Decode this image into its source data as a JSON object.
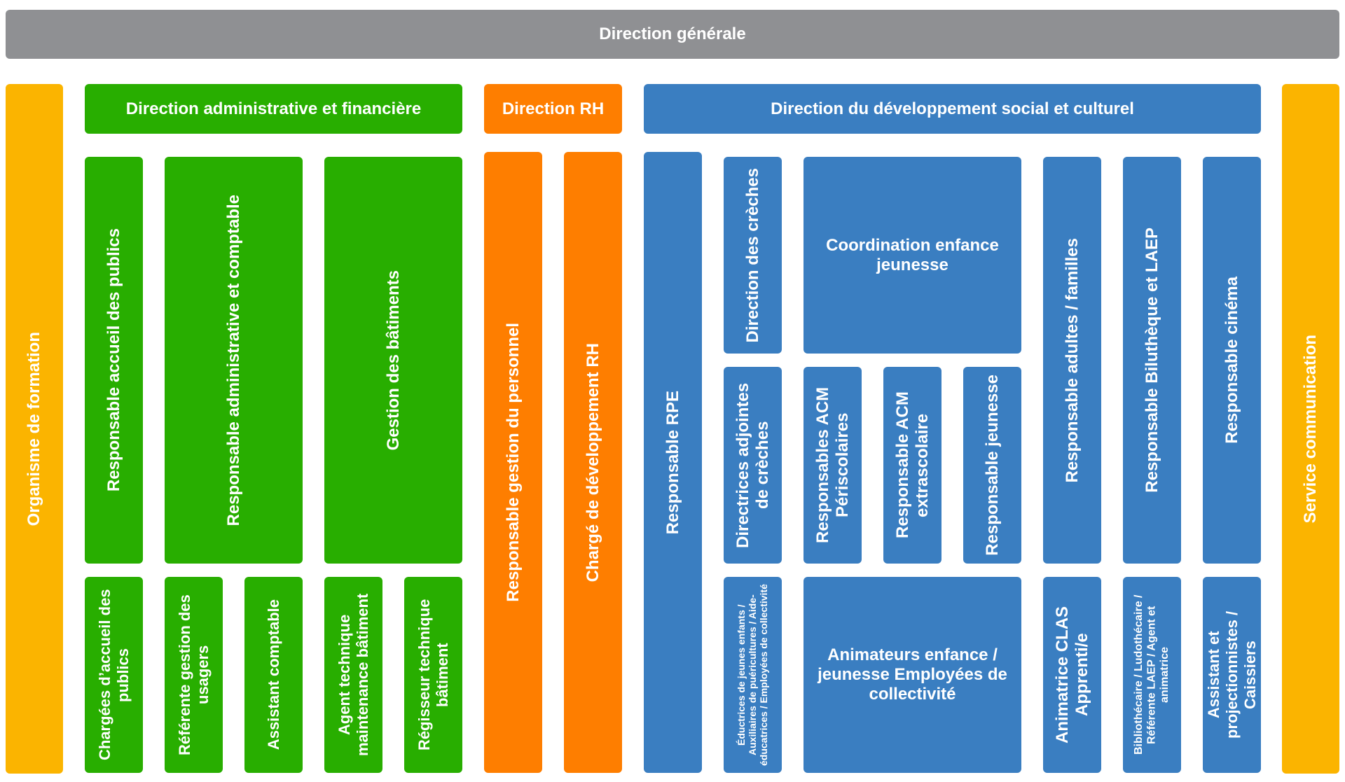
{
  "colors": {
    "direction_generale": "#8f9093",
    "transversal": "#fbb400",
    "administrative": "#28ae00",
    "rh": "#fe7e00",
    "social_culturel": "#3a7ec1"
  },
  "top": {
    "direction_generale": "Direction générale"
  },
  "sides": {
    "left": "Organisme de formation",
    "right": "Service communication"
  },
  "directions": {
    "admin": "Direction administrative et financière",
    "rh": "Direction RH",
    "social": "Direction du développement social et culturel"
  },
  "admin": {
    "accueil": "Responsable accueil des publics",
    "comptable": "Responsable administrative et comptable",
    "batiments": "Gestion des bâtiments",
    "chargees_accueil": "Chargées d’accueil des publics",
    "referente_usagers": "Référente gestion des usagers",
    "assistant_comptable": "Assistant comptable",
    "agent_technique": "Agent technique maintenance bâtiment",
    "regisseur": "Régisseur technique bâtiment"
  },
  "rh": {
    "gestion_personnel": "Responsable gestion du personnel",
    "developpement": "Chargé de développement RH"
  },
  "social": {
    "rpe": "Responsable RPE",
    "creches": "Direction des crèches",
    "coordination": "Coordination enfance jeunesse",
    "adjointes": "Directrices adjointes de crèches",
    "acm_peri": "Responsables ACM Périscolaires",
    "acm_extra": "Responsable ACM extrascolaire",
    "jeunesse": "Responsable jeunesse",
    "adultes": "Responsable adultes / familles",
    "bibliotheque": "Responsable Biluthèque et LAEP",
    "cinema": "Responsable cinéma",
    "educatrices": "Éductrices de jeunes enfants / Auxiliaires de puéricultures / Aide-éducatrices / Employées de collectivité",
    "animateurs": "Animateurs enfance / jeunesse Employées de collectivité",
    "clas": "Animatrice CLAS Apprenti/e",
    "bibliothecaire": "Bibliothécaire / Ludothécaire / Référente LAEP / Agent et animatrice",
    "projection": "Assistant et projectionnistes / Caissiers"
  }
}
